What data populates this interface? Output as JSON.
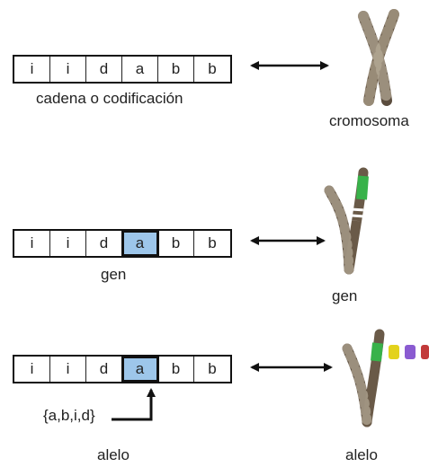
{
  "chromosomes": {
    "colors": {
      "body": "#5b4d3e",
      "band": "#b7ab98",
      "gene": "#38b24a",
      "allele_yellow": "#e3d21c",
      "allele_purple": "#8a5bd1",
      "allele_red": "#c23a3a"
    }
  },
  "rows": [
    {
      "cells": [
        "i",
        "i",
        "d",
        "a",
        "b",
        "b"
      ],
      "highlight": null,
      "left_label": "cadena o codificación",
      "right_label": "cromosoma"
    },
    {
      "cells": [
        "i",
        "i",
        "d",
        "a",
        "b",
        "b"
      ],
      "highlight": 3,
      "left_label": "gen",
      "right_label": "gen"
    },
    {
      "cells": [
        "i",
        "i",
        "d",
        "a",
        "b",
        "b"
      ],
      "highlight": 3,
      "set_label": "{a,b,i,d}",
      "left_label": "alelo",
      "right_label": "alelo"
    }
  ]
}
